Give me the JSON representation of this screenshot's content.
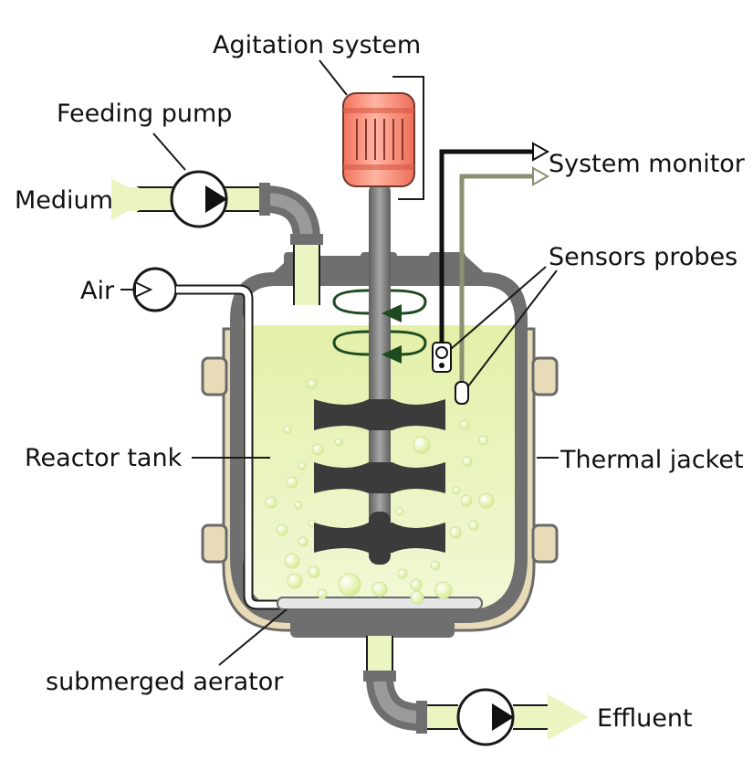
{
  "labels": {
    "agitation_system": "Agitation system",
    "feeding_pump": "Feeding pump",
    "medium": "Medium",
    "system_monitor": "System monitor",
    "sensors_probes": "Sensors probes",
    "air": "Air",
    "reactor_tank": "Reactor tank",
    "thermal_jacket": "Thermal jacket",
    "submerged_aerator": "submerged aerator",
    "effluent": "Effluent"
  },
  "colors": {
    "medium_liquid": "#eaf5c2",
    "liquid_fill": "#dfeea0",
    "vessel_wall": "#6f6f6f",
    "jacket": "#e8dcb8",
    "motor": "#f58a73",
    "impeller": "#3b3b3b",
    "shaft": "#7a7a7a",
    "rotation_arrow": "#1e4a20",
    "probe_line_black": "#111111",
    "probe_line_olive": "#8a9070"
  }
}
